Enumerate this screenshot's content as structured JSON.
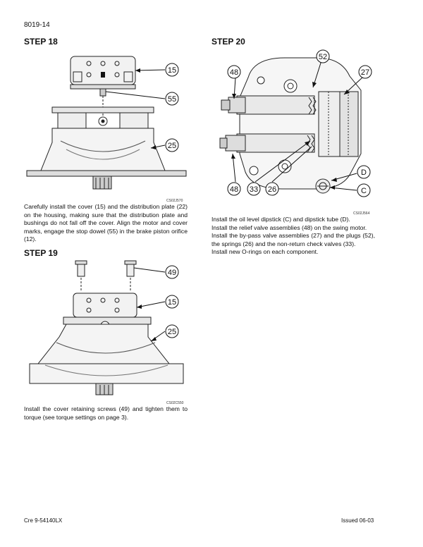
{
  "header": {
    "page_number": "8019-14"
  },
  "step18": {
    "title": "STEP 18",
    "figure_code": "CS02J570",
    "callouts": [
      "15",
      "55",
      "25"
    ],
    "text": "Carefully install the cover (15) and the distribution plate (22) on the housing, making sure that the distribution plate and bushings do not fall off the cover. Align the motor and cover marks, engage the stop dowel (55) in the brake piston orifice (12)."
  },
  "step19": {
    "title": "STEP 19",
    "figure_code": "CS02C550",
    "callouts": [
      "49",
      "15",
      "25"
    ],
    "text": "Install the cover retaining screws (49) and tighten them to torque (see torque settings on page 3)."
  },
  "step20": {
    "title": "STEP 20",
    "figure_code": "CS02J564",
    "callouts": [
      "52",
      "48",
      "27",
      "D",
      "48",
      "33",
      "26",
      "C"
    ],
    "lines": [
      "Install the oil level dipstick (C) and dipstick tube (D).",
      "Install the relief valve assemblies (48) on the swing motor.",
      "Install the by-pass valve assemblies (27) and the plugs (52), the springs (26) and the non-return check valves (33).",
      "Install new O-rings on each component."
    ]
  },
  "footer": {
    "left": "Cre 9-54140LX",
    "right": "Issued 06-03"
  }
}
